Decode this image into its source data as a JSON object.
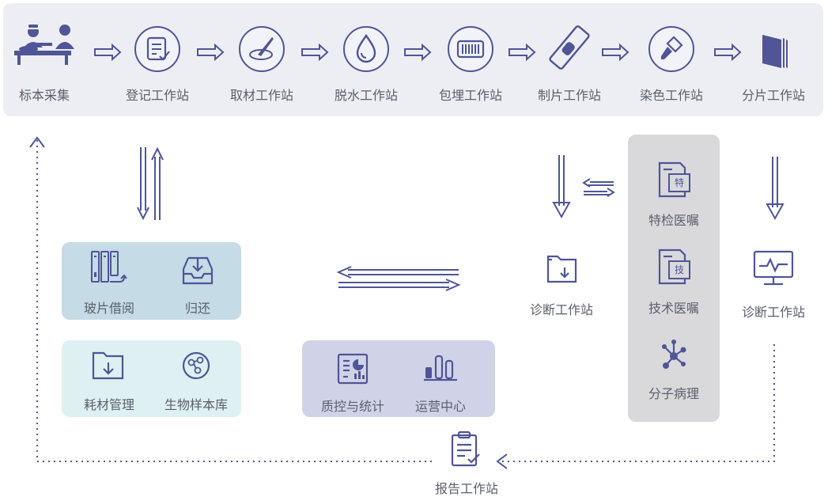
{
  "workflow": {
    "steps": [
      {
        "label": "标本采集",
        "icon": "doctor-patient-icon"
      },
      {
        "label": "登记工作站",
        "icon": "registration-form-icon"
      },
      {
        "label": "取材工作站",
        "icon": "scalpel-dish-icon"
      },
      {
        "label": "脱水工作站",
        "icon": "water-drop-icon"
      },
      {
        "label": "包埋工作站",
        "icon": "embedding-cassette-icon"
      },
      {
        "label": "制片工作站",
        "icon": "slide-icon"
      },
      {
        "label": "染色工作站",
        "icon": "stain-brush-icon"
      },
      {
        "label": "分片工作站",
        "icon": "slide-stack-icon"
      }
    ]
  },
  "left_panel": {
    "slide_borrow": "玻片借阅",
    "return": "归还",
    "consumables": "耗材管理",
    "biobank": "生物样本库"
  },
  "center_panel": {
    "quality_stats": "质控与统计",
    "operations_center": "运营中心"
  },
  "diagnosis_left": "诊断工作站",
  "orders_panel": {
    "special_exam": "特检医嘱",
    "special_badge": "特",
    "tech_order": "技术医嘱",
    "tech_badge": "技",
    "molecular": "分子病理"
  },
  "diagnosis_right": "诊断工作站",
  "report": "报告工作站",
  "colors": {
    "icon_primary": "#4f5596",
    "top_bar": "#eceef3",
    "left_panel_dark": "#c5dbe5",
    "left_panel_light": "#dff0f2",
    "center_panel": "#d0d3e8",
    "orders_panel": "#d9d9dc"
  }
}
